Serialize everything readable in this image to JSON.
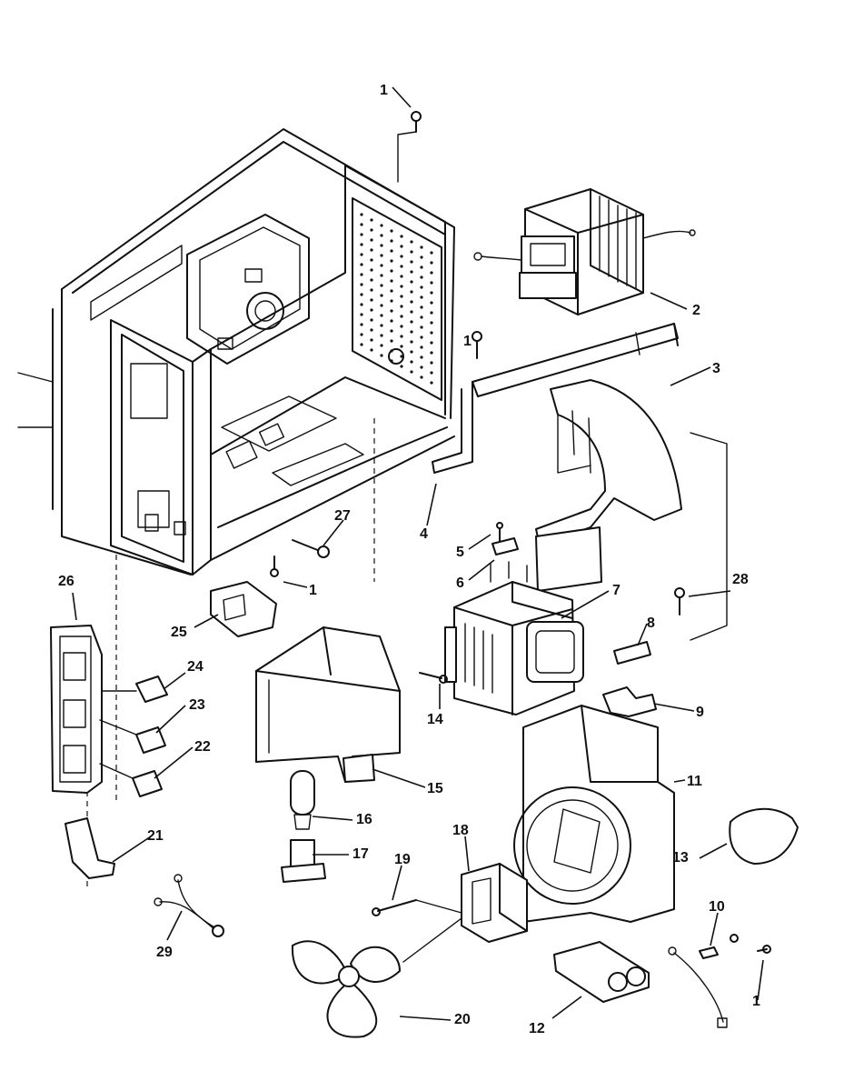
{
  "callouts": [
    {
      "id": "c1a",
      "text": "1"
    },
    {
      "id": "c2",
      "text": "2"
    },
    {
      "id": "c1b",
      "text": "1"
    },
    {
      "id": "c3",
      "text": "3"
    },
    {
      "id": "c4",
      "text": "4"
    },
    {
      "id": "c5",
      "text": "5"
    },
    {
      "id": "c6",
      "text": "6"
    },
    {
      "id": "c27",
      "text": "27"
    },
    {
      "id": "c1c",
      "text": "1"
    },
    {
      "id": "c7",
      "text": "7"
    },
    {
      "id": "c28",
      "text": "28"
    },
    {
      "id": "c26",
      "text": "26"
    },
    {
      "id": "c25",
      "text": "25"
    },
    {
      "id": "c8",
      "text": "8"
    },
    {
      "id": "c24",
      "text": "24"
    },
    {
      "id": "c23",
      "text": "23"
    },
    {
      "id": "c14",
      "text": "14"
    },
    {
      "id": "c9",
      "text": "9"
    },
    {
      "id": "c22",
      "text": "22"
    },
    {
      "id": "c15",
      "text": "15"
    },
    {
      "id": "c11",
      "text": "11"
    },
    {
      "id": "c16",
      "text": "16"
    },
    {
      "id": "c21",
      "text": "21"
    },
    {
      "id": "c18",
      "text": "18"
    },
    {
      "id": "c17",
      "text": "17"
    },
    {
      "id": "c13",
      "text": "13"
    },
    {
      "id": "c19",
      "text": "19"
    },
    {
      "id": "c10",
      "text": "10"
    },
    {
      "id": "c29",
      "text": "29"
    },
    {
      "id": "c1d",
      "text": "1"
    },
    {
      "id": "c20",
      "text": "20"
    },
    {
      "id": "c12",
      "text": "12"
    }
  ]
}
